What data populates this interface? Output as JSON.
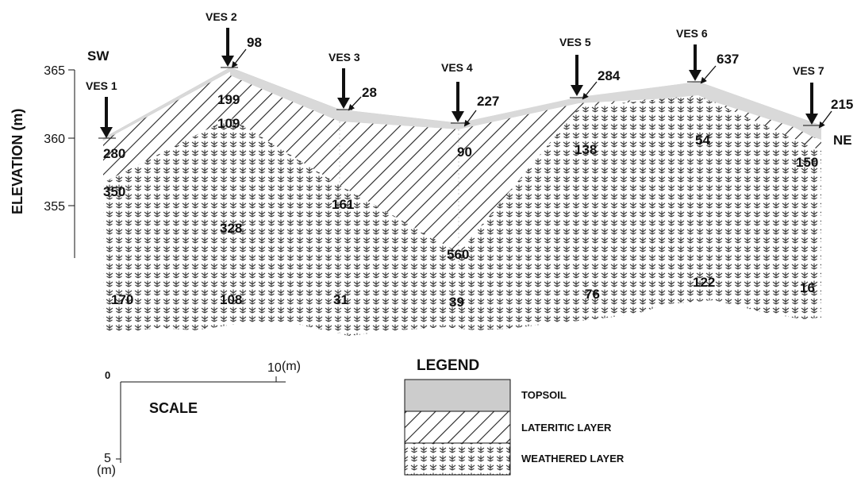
{
  "axis": {
    "ylabel": "ELEVATION (m)",
    "ticks": [
      "365",
      "360",
      "355"
    ]
  },
  "directions": {
    "left": "SW",
    "right": "NE"
  },
  "stations": [
    {
      "label": "VES 1",
      "topsoil": "280"
    },
    {
      "label": "VES 2",
      "topsoil": "98"
    },
    {
      "label": "VES 3",
      "topsoil": "28"
    },
    {
      "label": "VES 4",
      "topsoil": "227"
    },
    {
      "label": "VES 5",
      "topsoil": "284"
    },
    {
      "label": "VES 6",
      "topsoil": "637"
    },
    {
      "label": "VES 7",
      "topsoil": "215"
    }
  ],
  "resistivity_labels": {
    "ves1": {
      "lateritic": "350",
      "weathered": "170"
    },
    "ves2": {
      "upper": "199",
      "lateritic": "109",
      "mid": "328",
      "weathered": "108"
    },
    "ves3": {
      "lateritic": "161",
      "weathered": "31"
    },
    "ves4": {
      "lateritic": "90",
      "mid": "560",
      "weathered": "39"
    },
    "ves5": {
      "lateritic": "138",
      "weathered": "76"
    },
    "ves6": {
      "lateritic": "54",
      "weathered": "122"
    },
    "ves7": {
      "lateritic": "150",
      "weathered": "16"
    }
  },
  "scale": {
    "label": "SCALE",
    "h_zero": "0",
    "h_end": "10",
    "h_unit": "(m)",
    "v_end": "5",
    "v_unit": "(m)"
  },
  "legend": {
    "title": "LEGEND",
    "items": [
      {
        "label": "TOPSOIL"
      },
      {
        "label": "LATERITIC LAYER"
      },
      {
        "label": "WEATHERED LAYER"
      }
    ]
  },
  "colors": {
    "topsoil": "#d9d9d9",
    "hatch": "#222222",
    "weathered_mark": "#3a3a3a"
  }
}
